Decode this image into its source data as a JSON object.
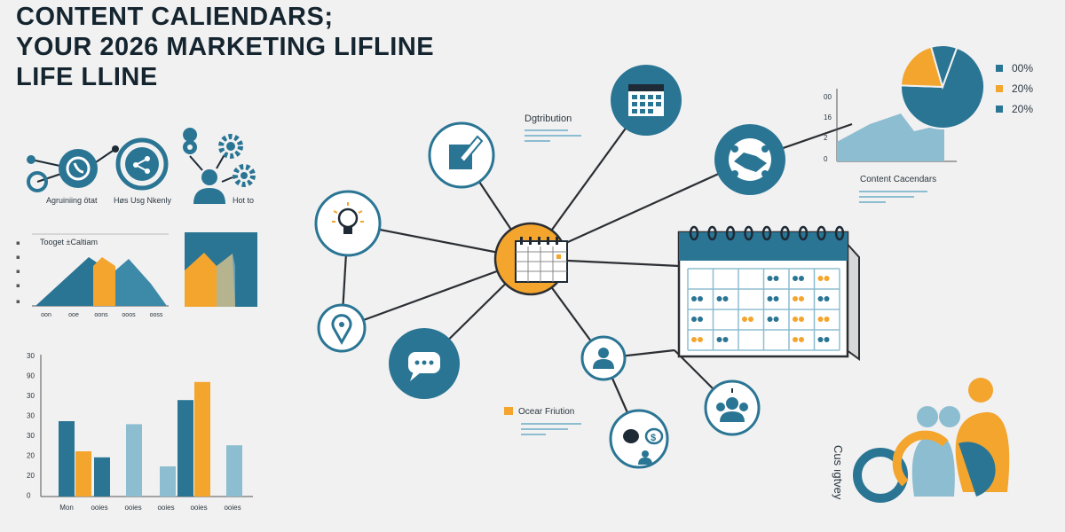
{
  "title": {
    "line1": "CONTENT CALIENDARS;",
    "line2": "YOUR 2026 MARKETING LIFLINE",
    "line3": "LIFE LLINE"
  },
  "colors": {
    "teal": "#2a7594",
    "orange": "#f3a52d",
    "light_blue": "#8dbdd0",
    "dark": "#1e2a35"
  },
  "icon_group": {
    "label_left": "Agruiniing ötat",
    "label_middle": "Høs Usg Nkenly",
    "label_right": "Hot to"
  },
  "area_chart_small": {
    "title": "Tooget ±Caltiam",
    "tick_labels": [
      "oon",
      "ooe",
      "oons",
      "ooos",
      "ooss"
    ]
  },
  "bar_chart_bottom": {
    "y_labels": [
      "30",
      "90",
      "30",
      "30",
      "30",
      "20",
      "20",
      "0"
    ],
    "x_labels": [
      "Mon",
      "ooies",
      "ooies",
      "ooies",
      "ooies",
      "ooies"
    ]
  },
  "top_right_chart": {
    "y_labels": [
      "00",
      "16",
      "2",
      "0"
    ],
    "legend": [
      "00%",
      "20%",
      "20%"
    ],
    "caption": "Content Cacendars"
  },
  "network": {
    "distribution_label": "Dgtribution",
    "ocear_label": "Ocear Friution"
  },
  "bottom_right": {
    "rotated_label": "Cus ıgtvey"
  },
  "chart_data": [
    {
      "type": "area",
      "title": "Tooget ±Caltiam",
      "categories": [
        "oon",
        "ooe",
        "oons",
        "ooos",
        "ooss"
      ],
      "series": [
        {
          "values": [
            0,
            60,
            95,
            40,
            0
          ]
        },
        {
          "values": [
            0,
            0,
            75,
            70,
            0
          ]
        },
        {
          "values": [
            0,
            0,
            0,
            90,
            0
          ]
        }
      ]
    },
    {
      "type": "bar",
      "categories": [
        "Mon",
        "ooies",
        "ooies",
        "ooies",
        "ooies",
        "ooies"
      ],
      "series": [
        {
          "name": "teal",
          "values": [
            25,
            13,
            0,
            0,
            32,
            0
          ]
        },
        {
          "name": "orange",
          "values": [
            15,
            0,
            0,
            0,
            38,
            0
          ]
        },
        {
          "name": "light",
          "values": [
            0,
            0,
            24,
            10,
            0,
            17
          ]
        }
      ]
    },
    {
      "type": "pie",
      "legend": [
        "00%",
        "20%",
        "20%"
      ],
      "values": [
        70,
        20,
        10
      ]
    }
  ]
}
